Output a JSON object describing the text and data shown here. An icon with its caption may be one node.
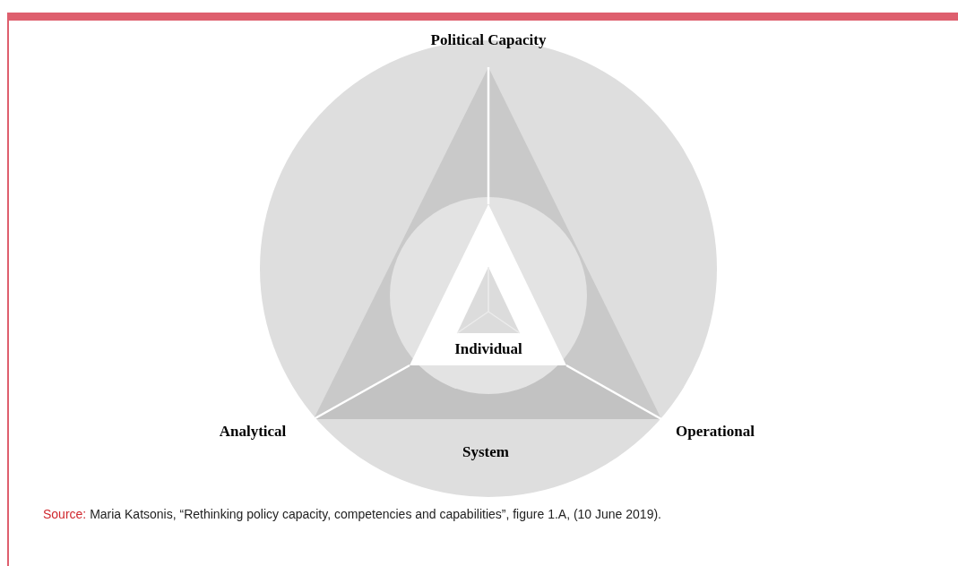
{
  "diagram": {
    "caption": "Source: Maria Katsonis, “Rethinking policy capacity, competencies and capabilities”, figure 1.A, (10 June 2019).",
    "labels": [
      "Political Capacity",
      "Individual",
      "Analytical",
      "Operational",
      "System"
    ]
  }
}
